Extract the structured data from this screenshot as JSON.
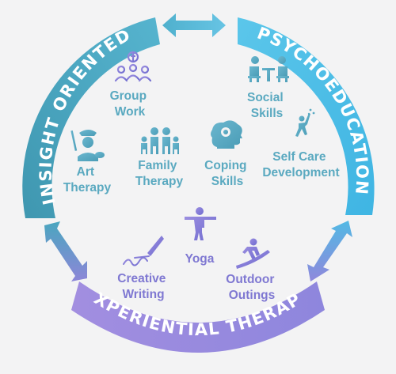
{
  "arcs": {
    "insight": "INSIGHT ORIENTED",
    "psycho": "PSYCHOEDUCATION",
    "experiential": "EXPERIENTIAL THERAPY"
  },
  "items": {
    "group_work": [
      "Group",
      "Work"
    ],
    "social_skills": [
      "Social",
      "Skills"
    ],
    "art_therapy": [
      "Art",
      "Therapy"
    ],
    "family_therapy": [
      "Family",
      "Therapy"
    ],
    "coping_skills": [
      "Coping",
      "Skills"
    ],
    "self_care": [
      "Self Care",
      "Development"
    ],
    "yoga": [
      "Yoga"
    ],
    "creative_writing": [
      "Creative",
      "Writing"
    ],
    "outdoor_outings": [
      "Outdoor",
      "Outings"
    ]
  },
  "icons": [
    "group-work-icon",
    "social-skills-icon",
    "art-therapy-icon",
    "family-therapy-icon",
    "coping-skills-icon",
    "self-care-icon",
    "yoga-icon",
    "creative-writing-icon",
    "outdoor-outings-icon"
  ],
  "colors": {
    "teal": "#4aa6bf",
    "teal_light": "#5ec2df",
    "cyan": "#49c0ea",
    "purple": "#8d88dc",
    "violet": "#9b8ee0",
    "background": "#f3f3f4"
  }
}
